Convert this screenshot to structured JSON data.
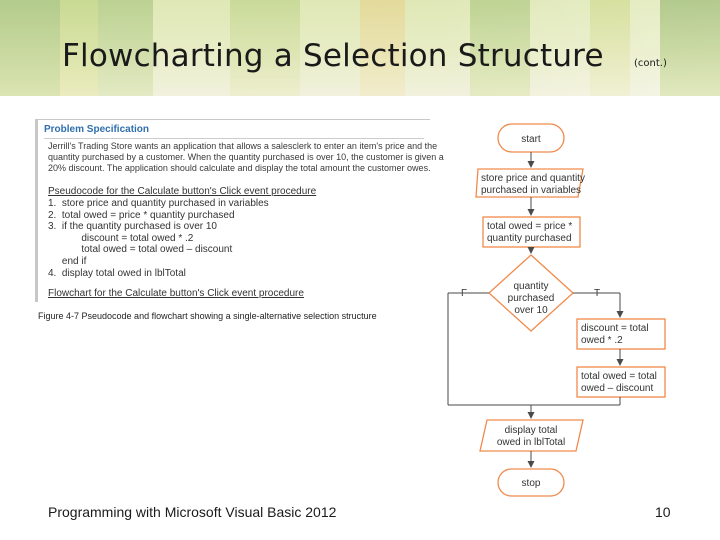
{
  "slide": {
    "title": "Flowcharting a Selection Structure",
    "title_suffix": "(cont.)",
    "footer_text": "Programming with Microsoft Visual Basic 2012",
    "page_number": "10"
  },
  "figure": {
    "spec_heading": "Problem Specification",
    "spec_lines": [
      "Jerrill's Trading Store wants an application that allows a salesclerk to enter an item's price and the",
      "quantity purchased by a customer. When the quantity purchased is over 10, the customer is given a",
      "20% discount. The application should calculate and display the total amount the customer owes."
    ],
    "pseudocode_heading": "Pseudocode for the Calculate button's Click event procedure",
    "pseudocode_lines": [
      "1.  store price and quantity purchased in variables",
      "2.  total owed = price * quantity purchased",
      "3.  if the quantity purchased is over 10",
      "            discount = total owed * .2",
      "            total owed = total owed – discount",
      "     end if",
      "4.  display total owed in lblTotal"
    ],
    "flowchart_heading": "Flowchart for the Calculate button's Click event procedure",
    "caption": "Figure 4-7 Pseudocode and flowchart showing a single-alternative selection structure"
  },
  "flowchart": {
    "start": "start",
    "input": [
      "store price and quantity",
      "purchased in variables"
    ],
    "process1": [
      "total owed = price *",
      "quantity purchased"
    ],
    "decision": [
      "quantity",
      "purchased",
      "over 10"
    ],
    "false_label": "F",
    "true_label": "T",
    "process2": [
      "discount = total",
      "owed * .2"
    ],
    "process3": [
      "total owed = total",
      "owed – discount"
    ],
    "output": [
      "display total",
      "owed in lblTotal"
    ],
    "stop": "stop",
    "colors": {
      "symbol_border": "#f08a4b",
      "connector": "#4a4a4a",
      "text": "#333333"
    }
  }
}
